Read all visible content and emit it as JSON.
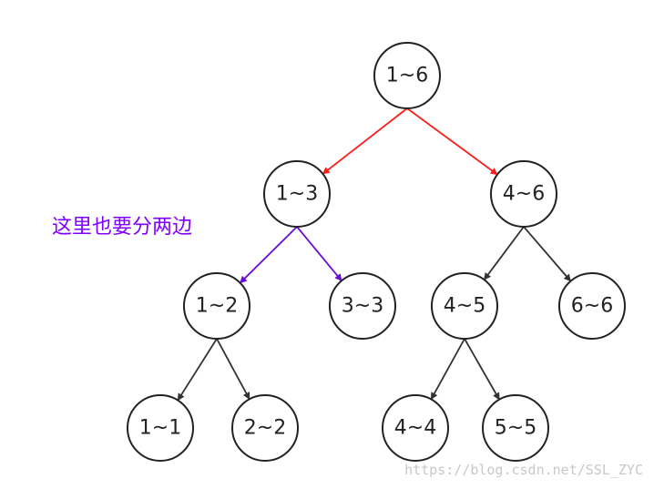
{
  "nodes": [
    {
      "id": "n16",
      "label": "1~6"
    },
    {
      "id": "n13",
      "label": "1~3"
    },
    {
      "id": "n46",
      "label": "4~6"
    },
    {
      "id": "n12",
      "label": "1~2"
    },
    {
      "id": "n33",
      "label": "3~3"
    },
    {
      "id": "n45",
      "label": "4~5"
    },
    {
      "id": "n66",
      "label": "6~6"
    },
    {
      "id": "n11",
      "label": "1~1"
    },
    {
      "id": "n22",
      "label": "2~2"
    },
    {
      "id": "n44",
      "label": "4~4"
    },
    {
      "id": "n55",
      "label": "5~5"
    }
  ],
  "edges": [
    {
      "from": "n16",
      "to": "n13",
      "color": "#ff1a1a"
    },
    {
      "from": "n16",
      "to": "n46",
      "color": "#ff1a1a"
    },
    {
      "from": "n13",
      "to": "n12",
      "color": "#6a0dd6"
    },
    {
      "from": "n13",
      "to": "n33",
      "color": "#6a0dd6"
    },
    {
      "from": "n46",
      "to": "n45",
      "color": "#333333"
    },
    {
      "from": "n46",
      "to": "n66",
      "color": "#333333"
    },
    {
      "from": "n12",
      "to": "n11",
      "color": "#333333"
    },
    {
      "from": "n12",
      "to": "n22",
      "color": "#333333"
    },
    {
      "from": "n45",
      "to": "n44",
      "color": "#333333"
    },
    {
      "from": "n45",
      "to": "n55",
      "color": "#333333"
    }
  ],
  "annotation": {
    "text": "这里也要分两边",
    "color": "#8000ff"
  },
  "watermark": "https://blog.csdn.net/SSL_ZYC"
}
